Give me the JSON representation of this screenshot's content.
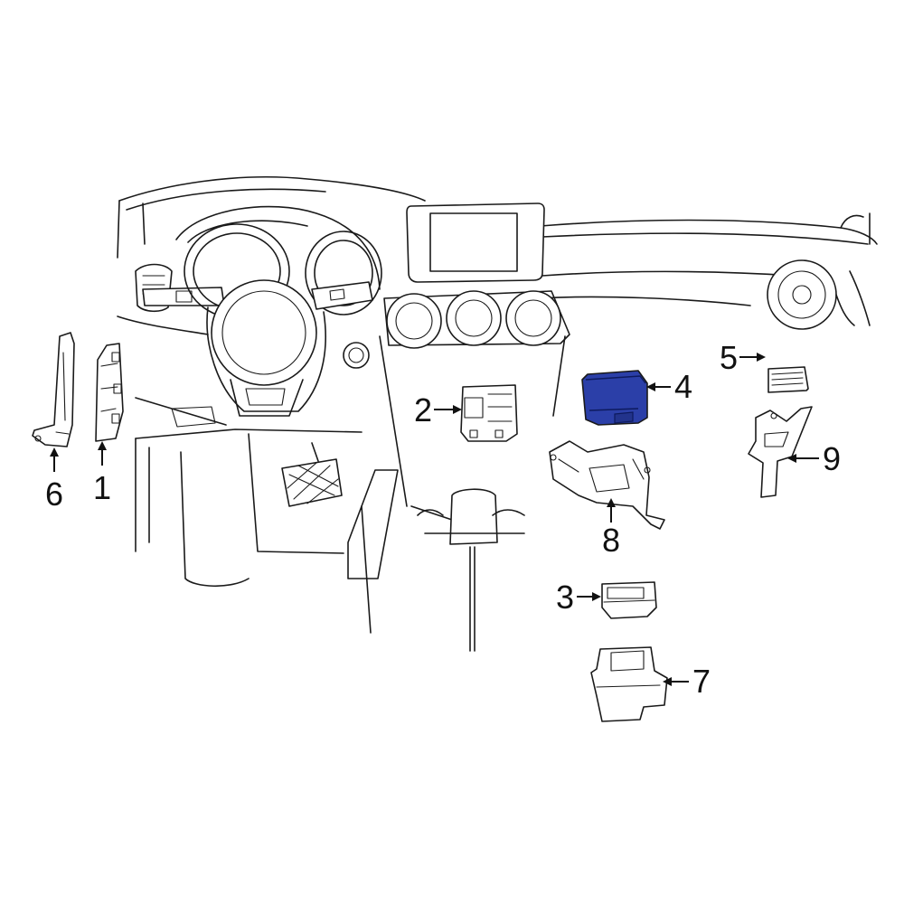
{
  "diagram": {
    "highlight_color": "#2b3fa8",
    "line_color": "#1a1a1a",
    "background": "#ffffff",
    "callouts": [
      {
        "id": "1",
        "label": "1"
      },
      {
        "id": "2",
        "label": "2"
      },
      {
        "id": "3",
        "label": "3"
      },
      {
        "id": "4",
        "label": "4",
        "highlighted": true
      },
      {
        "id": "5",
        "label": "5"
      },
      {
        "id": "6",
        "label": "6"
      },
      {
        "id": "7",
        "label": "7"
      },
      {
        "id": "8",
        "label": "8"
      },
      {
        "id": "9",
        "label": "9"
      }
    ]
  }
}
